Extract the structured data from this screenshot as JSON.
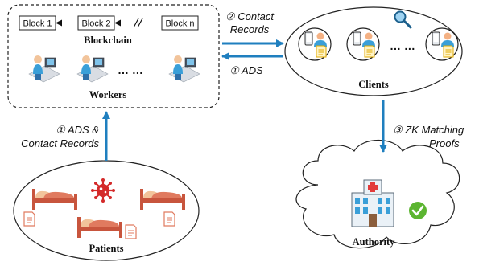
{
  "blockchain": {
    "title": "Blockchain",
    "blocks": [
      "Block 1",
      "Block 2",
      "Block n"
    ]
  },
  "workers": {
    "title": "Workers",
    "ellipsis": "… …"
  },
  "clients": {
    "title": "Clients",
    "ellipsis": "… …"
  },
  "patients": {
    "title": "Patients"
  },
  "authority": {
    "title": "Authority"
  },
  "edges": {
    "contact_records": [
      "② Contact",
      "Records"
    ],
    "ads_to_clients": "① ADS",
    "ads_and_contact": [
      "① ADS &",
      "Contact Records"
    ],
    "zk_proofs": [
      "③ ZK Matching",
      "Proofs"
    ]
  },
  "colors": {
    "arrow": "#1f7fbf",
    "teal": "#1b7ea6",
    "bed": "#c8553d",
    "virus": "#d42a2a",
    "check": "#5cb531",
    "doc": "#f4a261",
    "person": "#3a9fd8"
  }
}
